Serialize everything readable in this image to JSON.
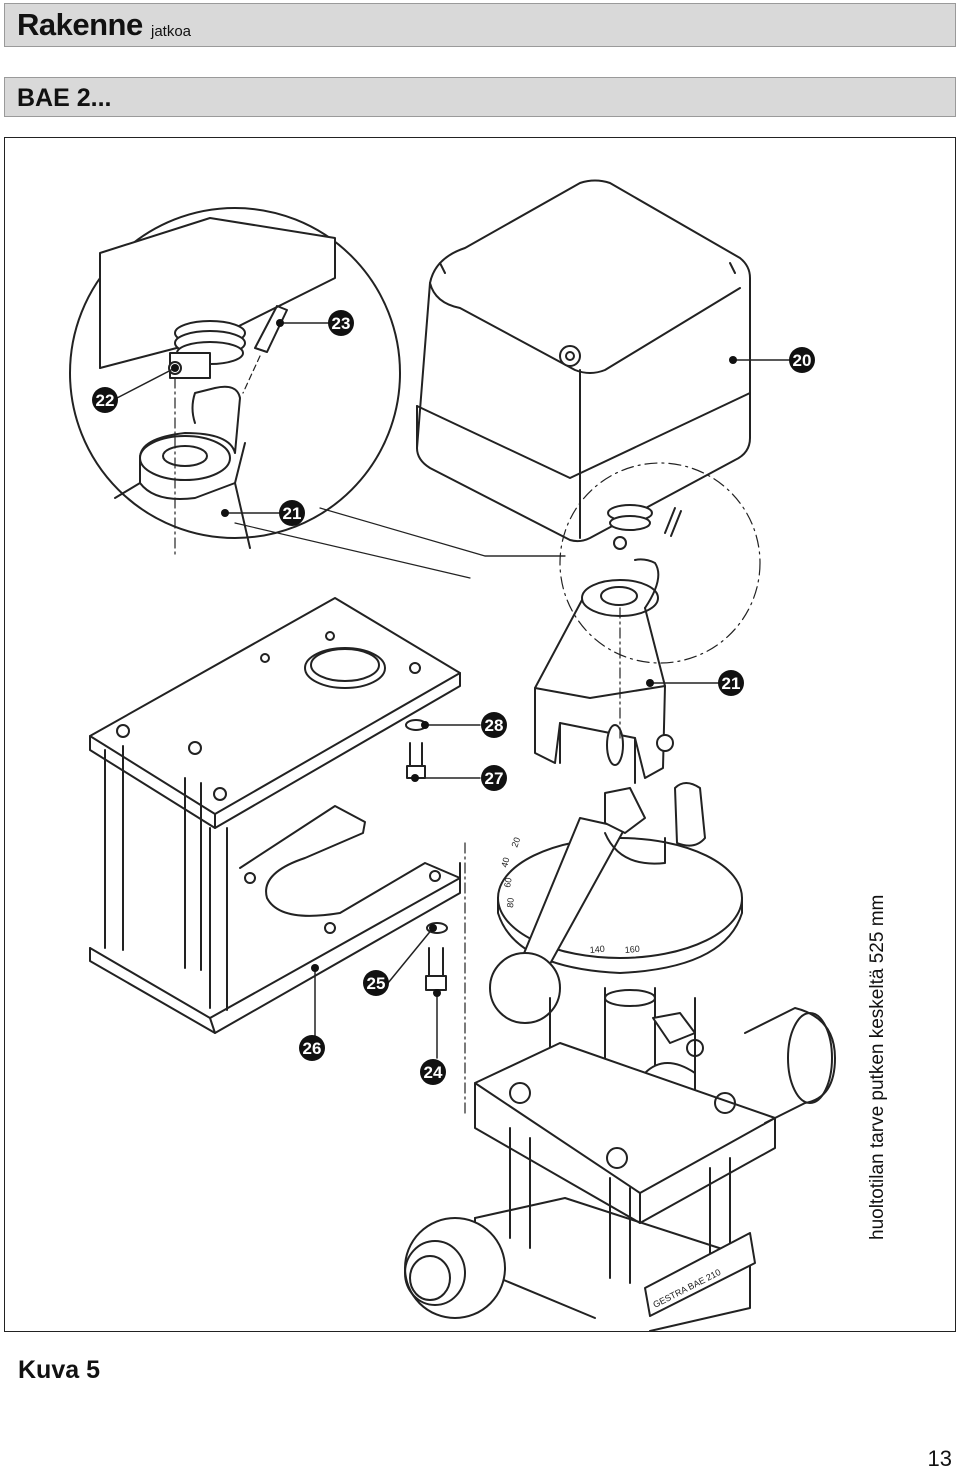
{
  "header": {
    "title": "Rakenne",
    "title_suffix": "jatkoa"
  },
  "section": {
    "title": "BAE 2..."
  },
  "figure": {
    "caption": "Kuva 5",
    "space_note": "huoltotilan tarve putken keskeltä 525 mm",
    "callouts": [
      "20",
      "21",
      "22",
      "23",
      "21",
      "28",
      "27",
      "25",
      "26",
      "24"
    ],
    "dial_scale": [
      "20",
      "40",
      "60",
      "80",
      "140",
      "160"
    ],
    "nameplate": "GESTRA BAE 210"
  },
  "footer": {
    "page_number": "13"
  }
}
